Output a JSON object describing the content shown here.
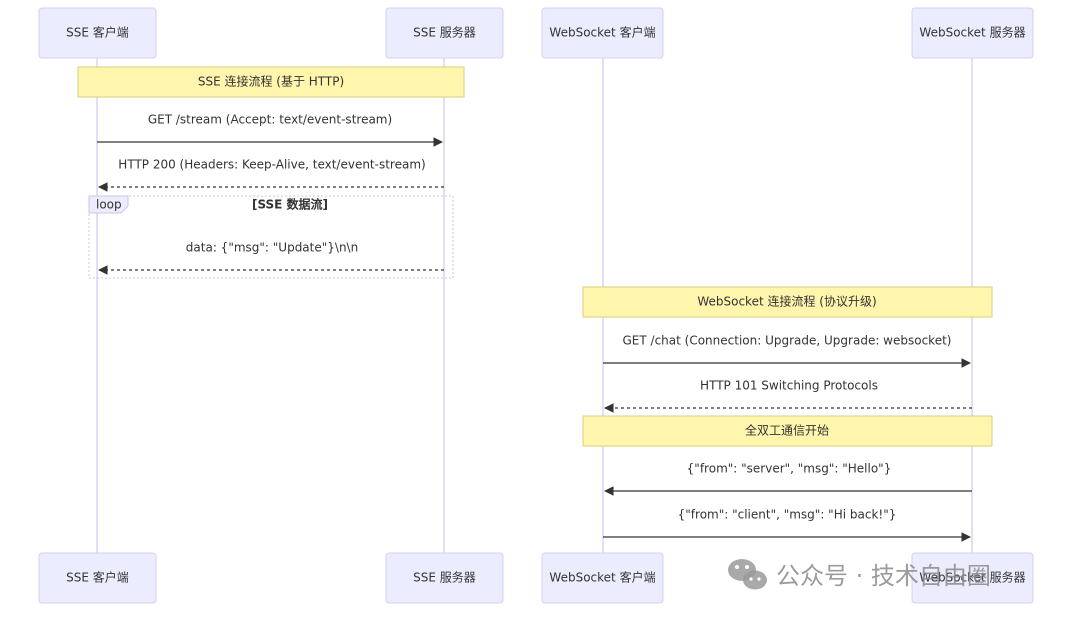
{
  "diagram": {
    "actors": {
      "sse_client": "SSE 客户端",
      "sse_server": "SSE 服务器",
      "ws_client": "WebSocket 客户端",
      "ws_server": "WebSocket 服务器"
    },
    "notes": {
      "sse_flow": "SSE 连接流程 (基于 HTTP)",
      "ws_flow": "WebSocket 连接流程 (协议升级)",
      "full_duplex": "全双工通信开始"
    },
    "messages": {
      "sse_get": "GET /stream (Accept: text/event-stream)",
      "sse_200": "HTTP 200 (Headers: Keep-Alive, text/event-stream)",
      "sse_data": "data: {\"msg\": \"Update\"}\\n\\n",
      "ws_get": "GET /chat (Connection: Upgrade, Upgrade: websocket)",
      "ws_101": "HTTP 101 Switching Protocols",
      "ws_server_msg": "{\"from\": \"server\", \"msg\": \"Hello\"}",
      "ws_client_msg": "{\"from\": \"client\", \"msg\": \"Hi back!\"}"
    },
    "loop": {
      "label": "loop",
      "condition": "[SSE 数据流]"
    }
  },
  "watermark": {
    "text": "公众号 · 技术自由圈",
    "icon": "wechat-icon"
  },
  "colors": {
    "actor_fill": "#ECECFF",
    "note_fill": "#FFF5AD",
    "line": "#333333"
  }
}
